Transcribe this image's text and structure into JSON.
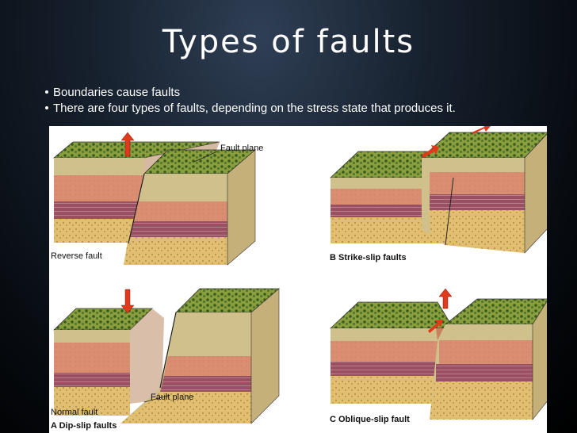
{
  "slide": {
    "title": "Types of faults",
    "bullets": [
      "Boundaries cause faults",
      "There are four types of faults, depending on the stress state that produces it."
    ]
  },
  "figure": {
    "panels": [
      {
        "caption": "Reverse fault",
        "label": "Fault plane"
      },
      {
        "caption": "B  Strike-slip faults"
      },
      {
        "caption": "Normal fault",
        "sub_caption": "A  Dip-slip faults",
        "label": "Fault plane"
      },
      {
        "caption": "C  Oblique-slip fault"
      }
    ]
  },
  "colors": {
    "grass": "#8a9e3e",
    "tree": "#355b1f",
    "tan": "#cfc08c",
    "salmon": "#d98e72",
    "maroon": "#9a5060",
    "sand": "#e2bf70",
    "arrow": "#e03a1d"
  }
}
